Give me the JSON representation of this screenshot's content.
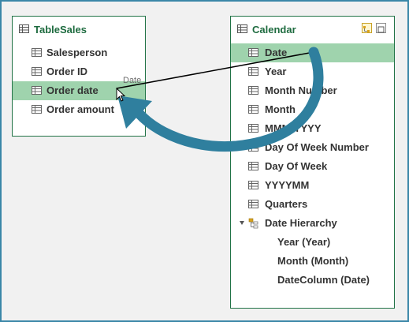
{
  "tables": [
    {
      "title": "TableSales",
      "fields": [
        {
          "label": "Salesperson",
          "icon": "table-column-icon",
          "selected": false
        },
        {
          "label": "Order ID",
          "icon": "table-column-icon",
          "selected": false
        },
        {
          "label": "Order date",
          "icon": "table-column-icon",
          "selected": true
        },
        {
          "label": "Order amount",
          "icon": "table-column-icon",
          "selected": false
        }
      ]
    },
    {
      "title": "Calendar",
      "fields": [
        {
          "label": "Date",
          "icon": "table-column-icon",
          "selected": true
        },
        {
          "label": "Year",
          "icon": "table-column-icon",
          "selected": false
        },
        {
          "label": "Month Number",
          "icon": "table-column-icon",
          "selected": false
        },
        {
          "label": "Month",
          "icon": "table-column-icon",
          "selected": false
        },
        {
          "label": "MMM-YYYY",
          "icon": "table-column-icon",
          "selected": false
        },
        {
          "label": "Day Of Week Number",
          "icon": "table-column-icon",
          "selected": false
        },
        {
          "label": "Day Of Week",
          "icon": "table-column-icon",
          "selected": false
        },
        {
          "label": "YYYYMM",
          "icon": "table-column-icon",
          "selected": false
        },
        {
          "label": "Quarters",
          "icon": "table-column-icon",
          "selected": false
        },
        {
          "label": "Date Hierarchy",
          "icon": "hierarchy-icon",
          "selected": false
        },
        {
          "label": "Year  (Year)",
          "icon": "none",
          "selected": false
        },
        {
          "label": "Month  (Month)",
          "icon": "none",
          "selected": false
        },
        {
          "label": "DateColumn  (Date)",
          "icon": "none",
          "selected": false
        }
      ]
    }
  ],
  "drag_ghost_text": "Date",
  "colors": {
    "frame_border": "#3a87a8",
    "card_border": "#217346",
    "title_text": "#1e6b3f",
    "selection": "#9fd3ad",
    "arrow": "#2f7f9e"
  }
}
